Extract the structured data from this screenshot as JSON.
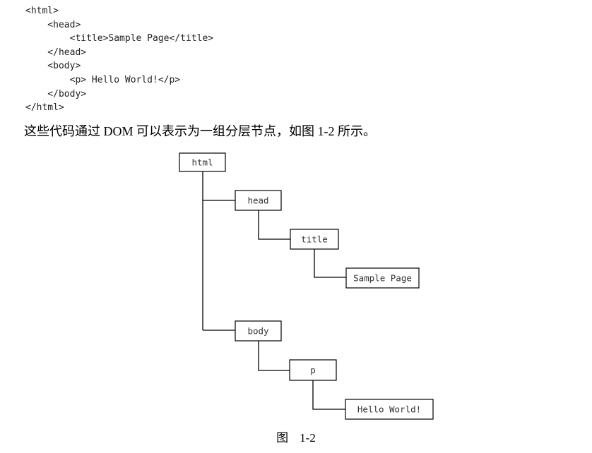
{
  "code_listing": [
    "<html>",
    "    <head>",
    "        <title>Sample Page</title>",
    "    </head>",
    "    <body>",
    "        <p> Hello World!</p>",
    "    </body>",
    "</html>"
  ],
  "paragraph": "这些代码通过 DOM 可以表示为一组分层节点，如图 1-2 所示。",
  "tree": {
    "nodes": {
      "html": "html",
      "head": "head",
      "title": "title",
      "sample_page": "Sample Page",
      "body": "body",
      "p": "p",
      "hello_world": "Hello World!"
    }
  },
  "caption": {
    "label": "图",
    "number": "1-2"
  }
}
